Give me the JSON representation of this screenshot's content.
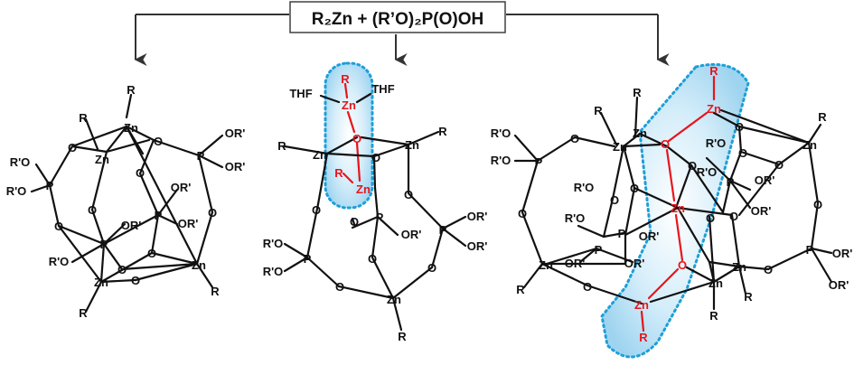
{
  "reaction": {
    "label": "R₂Zn + (R’O)₂P(O)OH"
  },
  "colors": {
    "bond": "#111111",
    "highlight_bond": "#e8141b",
    "highlight_outline": "#1d9fd8",
    "highlight_fill": "#bfe3f6"
  },
  "atoms": {
    "zn": "Zn",
    "o": "O",
    "p": "P",
    "r": "R",
    "or": "OR'",
    "ro": "R'O",
    "thf": "THF"
  }
}
